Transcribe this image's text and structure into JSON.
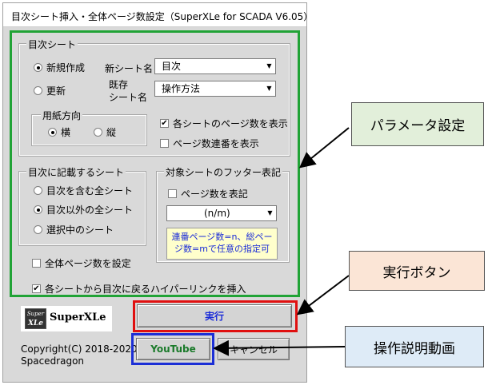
{
  "window": {
    "title": "目次シート挿入・全体ページ数設定（SuperXLe for SCADA V6.05）"
  },
  "toc_group": {
    "legend": "目次シート",
    "radio_new": "新規作成",
    "radio_update": "更新",
    "new_sheet_label": "新シート名",
    "new_sheet_value": "目次",
    "existing_label_1": "既存",
    "existing_label_2": "シート名",
    "existing_value": "操作方法"
  },
  "orientation": {
    "legend": "用紙方向",
    "landscape": "横",
    "portrait": "縦"
  },
  "options": {
    "show_page_count": "各シートのページ数を表示",
    "show_serial": "ページ数連番を表示"
  },
  "sheets_group": {
    "legend": "目次に記載するシート",
    "all_including": "目次を含む全シート",
    "all_except": "目次以外の全シート",
    "selected": "選択中のシート"
  },
  "footer_group": {
    "legend": "対象シートのフッター表記",
    "show_pages": "ページ数を表記",
    "format_value": "(n/m)",
    "note": "連番ページ数=n、総ページ数=mで任意の指定可"
  },
  "set_total": "全体ページ数を設定",
  "insert_links": "各シートから目次に戻るハイパーリンクを挿入",
  "logo": {
    "badge_1": "Super",
    "badge_2": "XLe",
    "text": "SuperXLe"
  },
  "copyright": {
    "line1": "Copyright(C) 2018-2020",
    "line2": "Spacedragon"
  },
  "buttons": {
    "run": "実行",
    "youtube": "YouTube",
    "cancel": "キャンセル"
  },
  "callouts": {
    "parameters": "パラメータ設定",
    "run_button": "実行ボタン",
    "video": "操作説明動画"
  },
  "colors": {
    "green_box": "#21a336",
    "red_box": "#e01010",
    "blue_box": "#1c2fd6",
    "callout_green": "#e2efda",
    "callout_orange": "#fbe5d6",
    "callout_blue": "#deebf7",
    "youtube_text": "#1a7a2a",
    "run_text": "#1a2bd8"
  }
}
